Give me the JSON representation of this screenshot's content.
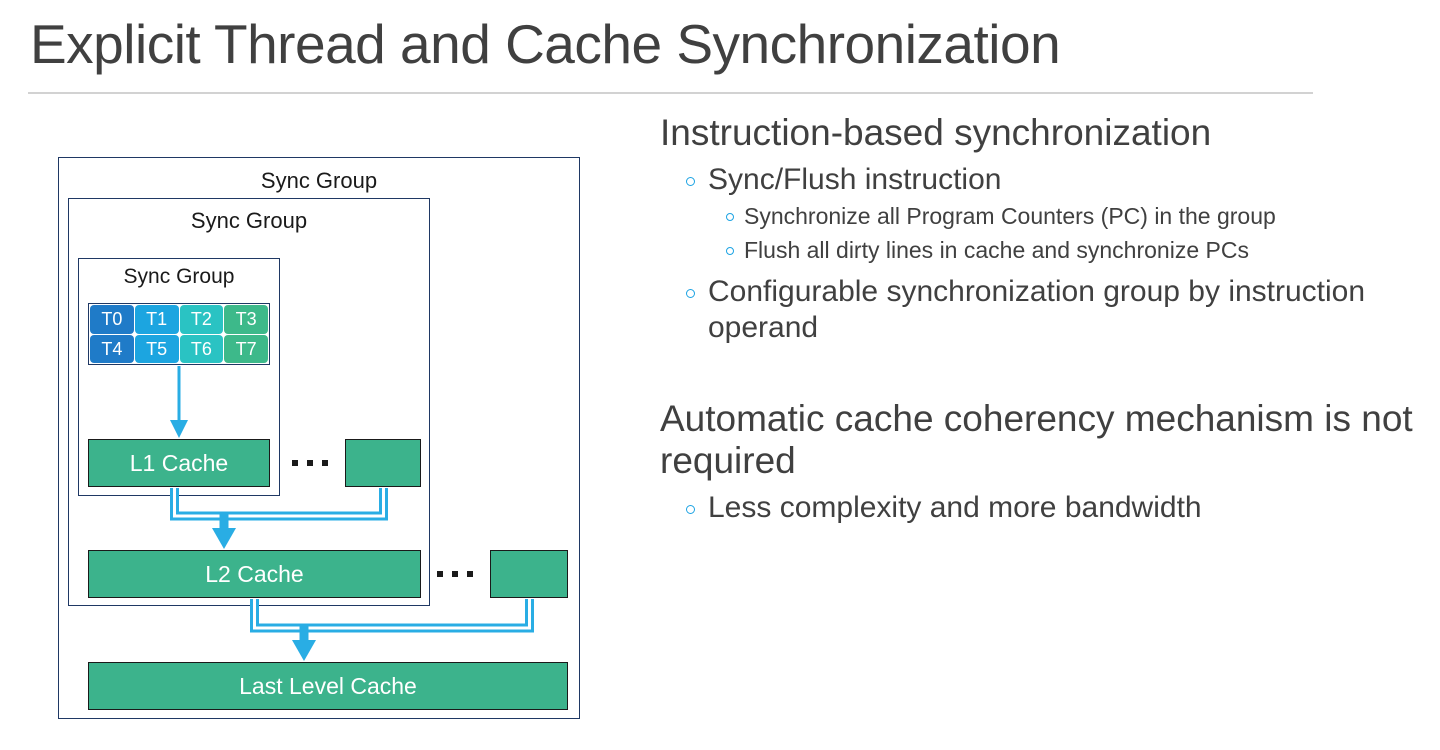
{
  "slide": {
    "title": "Explicit Thread and Cache Synchronization"
  },
  "diagram": {
    "groups": [
      {
        "label": "Sync Group"
      },
      {
        "label": "Sync Group"
      },
      {
        "label": "Sync Group"
      }
    ],
    "threads": [
      {
        "label": "T0",
        "color": "#1f7bc8"
      },
      {
        "label": "T1",
        "color": "#1ca5e0"
      },
      {
        "label": "T2",
        "color": "#2ac3c3"
      },
      {
        "label": "T3",
        "color": "#3db98a"
      },
      {
        "label": "T4",
        "color": "#1f7bc8"
      },
      {
        "label": "T5",
        "color": "#1ca5e0"
      },
      {
        "label": "T6",
        "color": "#2ac3c3"
      },
      {
        "label": "T7",
        "color": "#3db98a"
      }
    ],
    "caches": {
      "l1": "L1 Cache",
      "l1_sibling": "",
      "l2": "L2 Cache",
      "l2_sibling": "",
      "llc": "Last Level Cache"
    },
    "ellipsis": "...",
    "colors": {
      "cache_fill": "#3cb38c",
      "frame_border": "#1f3864",
      "connector": "#29ade4"
    }
  },
  "content": {
    "sections": [
      {
        "heading": "Instruction-based synchronization",
        "bullets": [
          {
            "text": "Sync/Flush instruction",
            "children": [
              {
                "text": "Synchronize all Program Counters (PC) in the group"
              },
              {
                "text": "Flush all dirty lines in cache and synchronize PCs"
              }
            ]
          },
          {
            "text": "Configurable synchronization group by instruction operand",
            "children": []
          }
        ]
      },
      {
        "heading": "Automatic cache coherency mechanism is not required",
        "bullets": [
          {
            "text": "Less complexity and more bandwidth",
            "children": []
          }
        ]
      }
    ]
  }
}
